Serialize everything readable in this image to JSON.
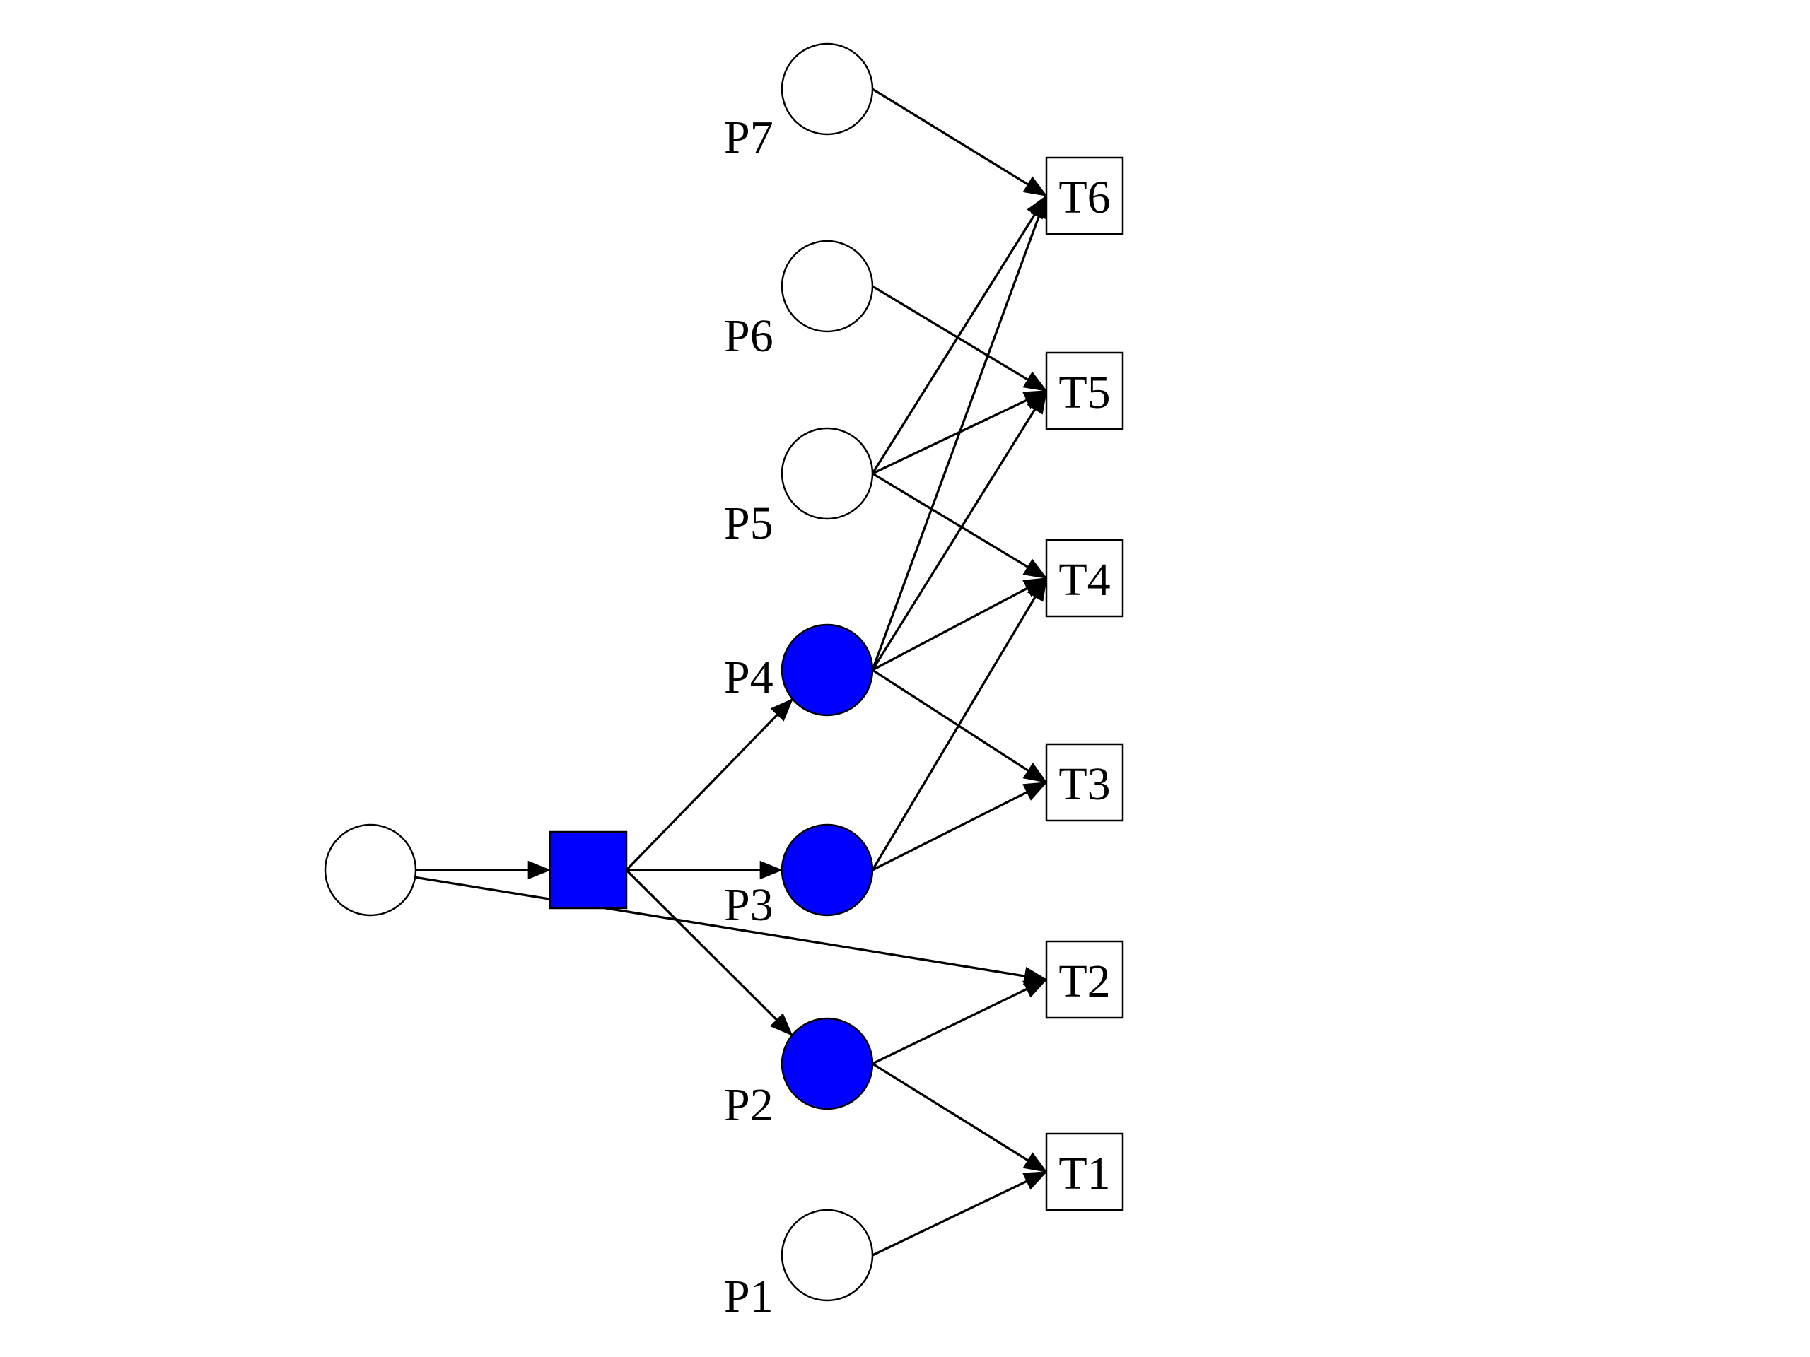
{
  "colors": {
    "marked": "#0000ff",
    "unmarked": "#ffffff",
    "stroke": "#000000"
  },
  "places": [
    {
      "id": "P7",
      "label": "P7",
      "marked": false
    },
    {
      "id": "P6",
      "label": "P6",
      "marked": false
    },
    {
      "id": "P5",
      "label": "P5",
      "marked": false
    },
    {
      "id": "P4",
      "label": "P4",
      "marked": true
    },
    {
      "id": "P3",
      "label": "P3",
      "marked": true
    },
    {
      "id": "P2",
      "label": "P2",
      "marked": true
    },
    {
      "id": "P1",
      "label": "P1",
      "marked": false
    },
    {
      "id": "P0",
      "label": "",
      "marked": false
    }
  ],
  "transitions": [
    {
      "id": "T6",
      "label": "T6",
      "filled": false
    },
    {
      "id": "T5",
      "label": "T5",
      "filled": false
    },
    {
      "id": "T4",
      "label": "T4",
      "filled": false
    },
    {
      "id": "T3",
      "label": "T3",
      "filled": false
    },
    {
      "id": "T2",
      "label": "T2",
      "filled": false
    },
    {
      "id": "T1",
      "label": "T1",
      "filled": false
    },
    {
      "id": "T0",
      "label": "",
      "filled": true
    }
  ],
  "arcs": [
    {
      "from": "P0",
      "to": "T0"
    },
    {
      "from": "P0",
      "to": "T2"
    },
    {
      "from": "T0",
      "to": "P4"
    },
    {
      "from": "T0",
      "to": "P3"
    },
    {
      "from": "T0",
      "to": "P2"
    },
    {
      "from": "P7",
      "to": "T6"
    },
    {
      "from": "P6",
      "to": "T5"
    },
    {
      "from": "P5",
      "to": "T6"
    },
    {
      "from": "P5",
      "to": "T5"
    },
    {
      "from": "P5",
      "to": "T4"
    },
    {
      "from": "P4",
      "to": "T6"
    },
    {
      "from": "P4",
      "to": "T5"
    },
    {
      "from": "P4",
      "to": "T4"
    },
    {
      "from": "P4",
      "to": "T3"
    },
    {
      "from": "P3",
      "to": "T4"
    },
    {
      "from": "P3",
      "to": "T3"
    },
    {
      "from": "P2",
      "to": "T2"
    },
    {
      "from": "P2",
      "to": "T1"
    },
    {
      "from": "P1",
      "to": "T1"
    }
  ]
}
